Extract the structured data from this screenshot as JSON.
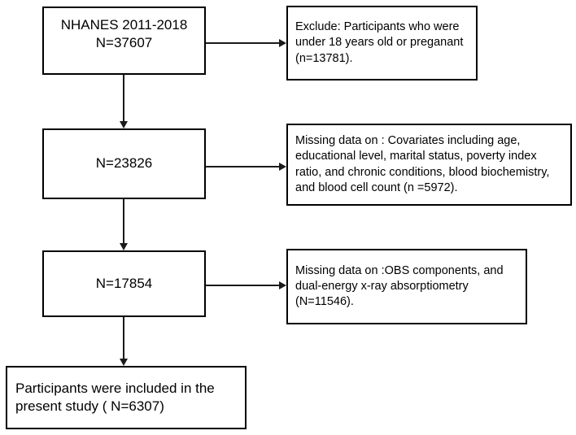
{
  "diagram": {
    "type": "participant-flow-chart",
    "title": "NHANES participant selection flow chart",
    "line_color": "#1a1a1a",
    "box_border_color": "#000000",
    "background_color": "#ffffff",
    "cohort_nodes": [
      {
        "id": "cohort-0",
        "label": "NHANES 2011-2018\nN=37607",
        "count": 37607,
        "period": "2011-2018"
      },
      {
        "id": "cohort-1",
        "label": "N=23826",
        "count": 23826
      },
      {
        "id": "cohort-2",
        "label": "N=17854",
        "count": 17854
      }
    ],
    "exclusion_nodes": [
      {
        "id": "exclusion-0",
        "label": "Exclude: Participants who were under 18 years old or preganant (n=13781).",
        "count": 13781
      },
      {
        "id": "exclusion-1",
        "label": "Missing data on : Covariates including age, educational level, marital status, poverty index ratio, and chronic conditions, blood biochemistry, and blood cell count (n =5972).",
        "count": 5972
      },
      {
        "id": "exclusion-2",
        "label": "Missing data on :OBS components, and dual-energy x-ray absorptiometry (N=11546).",
        "count": 11546
      }
    ],
    "final_node": {
      "id": "final",
      "label": "Participants were included in the present study ( N=6307)",
      "count": 6307
    }
  }
}
